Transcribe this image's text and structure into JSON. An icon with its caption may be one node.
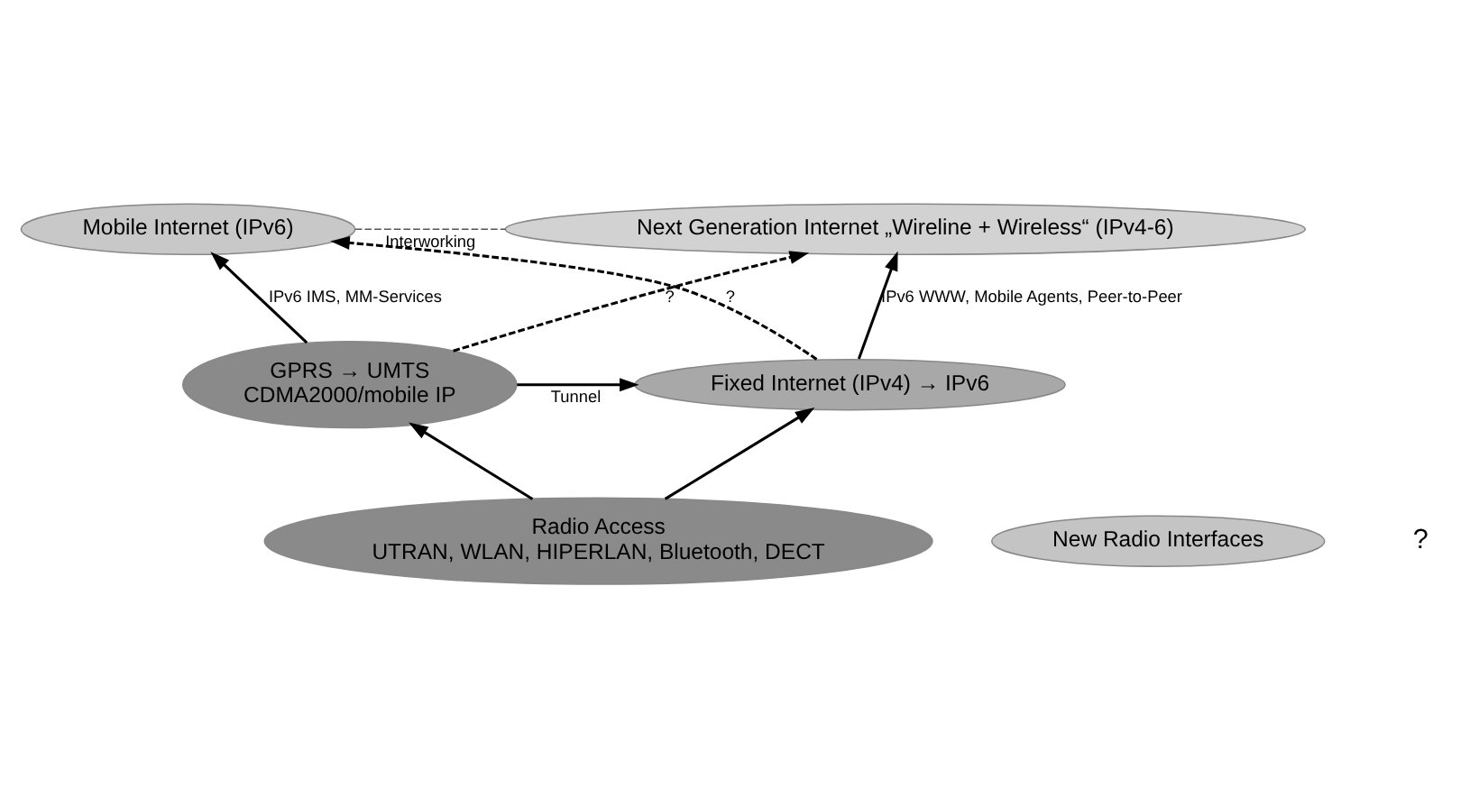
{
  "diagram": {
    "nodes": [
      {
        "text": [
          "Mobile Internet (IPv6)"
        ]
      },
      {
        "text": [
          "Next Generation Internet „Wireline + Wireless“ (IPv4-6)"
        ]
      },
      {
        "text": [
          "GPRS → UMTS",
          "CDMA2000/mobile IP"
        ]
      },
      {
        "text": [
          "Fixed Internet (IPv4) → IPv6"
        ]
      },
      {
        "text": [
          "Radio Access",
          "UTRAN, WLAN, HIPERLAN, Bluetooth, DECT"
        ]
      },
      {
        "text": [
          "New Radio Interfaces"
        ]
      }
    ],
    "edges": [
      {
        "from": 0,
        "to": 1,
        "arrow": "none",
        "label": "Interworking",
        "style": "dashed",
        "color": "#555555"
      },
      {
        "from": 2,
        "to": 0,
        "arrow": "to",
        "label": "IPv6 IMS, MM-Services"
      },
      {
        "from": 3,
        "to": 1,
        "arrow": "to",
        "label": "IPv6 WWW, Mobile Agents, Peer-to-Peer"
      },
      {
        "from": 2,
        "to": 1,
        "arrow": "to",
        "label": "?",
        "style": "dashed"
      },
      {
        "from": 3,
        "to": 0,
        "arrow": "to",
        "label": "?",
        "style": "dashed"
      },
      {
        "from": 2,
        "to": 3,
        "arrow": "to",
        "label": "Tunnel"
      },
      {
        "from": 4,
        "to": 2,
        "arrow": "to"
      },
      {
        "from": 4,
        "to": 3,
        "arrow": "to"
      }
    ],
    "labels": [
      "?"
    ]
  }
}
